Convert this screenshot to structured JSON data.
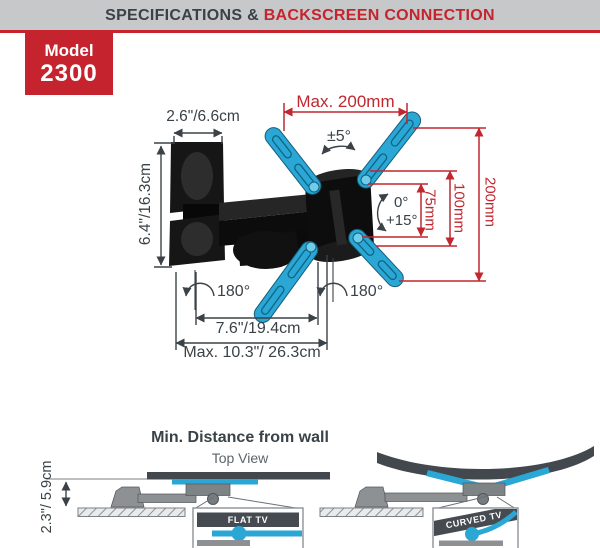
{
  "header": {
    "title_dark": "SPECIFICATIONS & ",
    "title_red": "BACKSCREEN CONNECTION"
  },
  "badge": {
    "label": "Model",
    "number": "2300"
  },
  "diagram": {
    "wall_plate_width": "2.6\"/6.6cm",
    "max_vesa_width": "Max. 200mm",
    "fine_swivel": "±5°",
    "wall_plate_height": "6.4\"/16.3cm",
    "tilt_min": "0°",
    "tilt_max": "+15°",
    "vesa_75": "75mm",
    "vesa_100": "100mm",
    "vesa_200": "200mm",
    "swivel_left": "180°",
    "swivel_right": "180°",
    "arm_length": "7.6\"/19.4cm",
    "max_extension": "Max. 10.3\"/ 26.3cm"
  },
  "bottom": {
    "title": "Min. Distance from wall",
    "subtitle": "Top View",
    "wall_distance": "2.3\"/ 5.9cm",
    "flat_tv": "FLAT TV",
    "curved_tv": "CURVED TV"
  },
  "colors": {
    "accent_red": "#c5242e",
    "dimension_red": "#c0272f",
    "dark_text": "#3a4247",
    "vesa_blue": "#2aa7d4",
    "header_gray": "#c7c8ca"
  }
}
